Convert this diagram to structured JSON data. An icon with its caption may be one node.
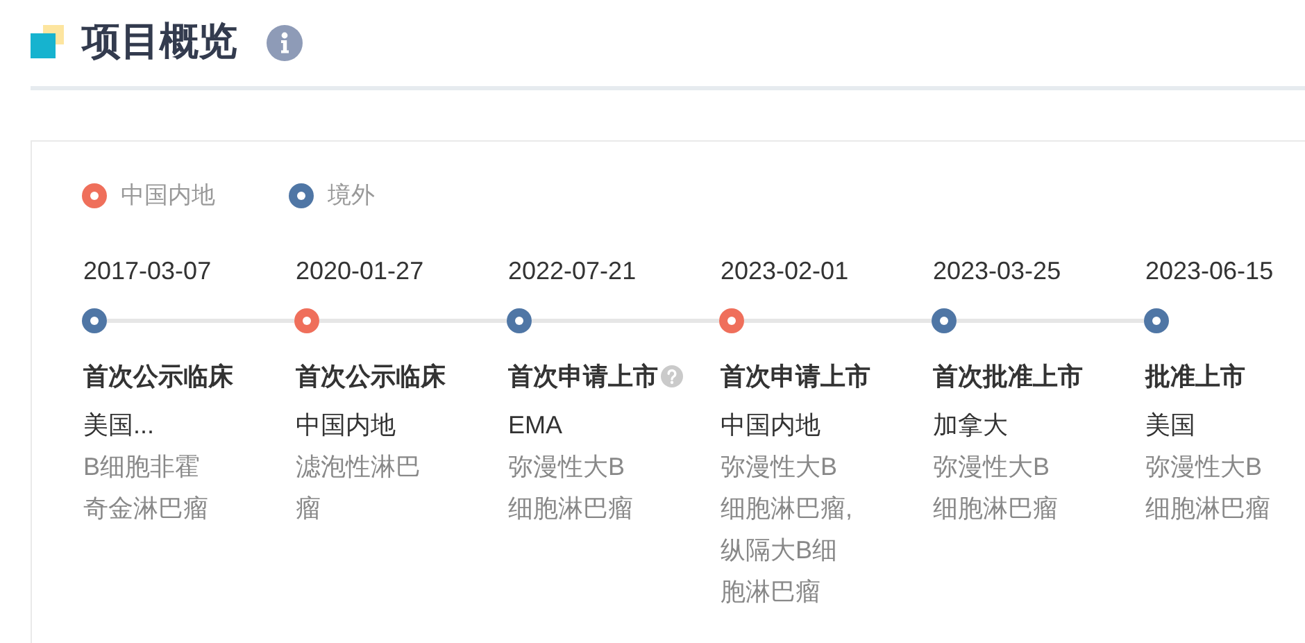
{
  "diagram": {
    "title": "项目概览",
    "nodes": [
      {
        "text": [],
        "shape": "circle",
        "beside": [
          "2017-03-07",
          "首次公示临床",
          "美国...",
          "B细胞非霍奇金淋巴瘤"
        ]
      },
      {
        "text": [],
        "shape": "circle",
        "beside": [
          "2020-01-27",
          "首次公示临床",
          "中国内地",
          "滤泡性淋巴瘤"
        ]
      },
      {
        "text": [],
        "shape": "circle",
        "beside": [
          "2022-07-21",
          "首次申请上市",
          "EMA",
          "弥漫性大B细胞淋巴瘤"
        ]
      },
      {
        "text": [],
        "shape": "circle",
        "beside": [
          "2023-02-01",
          "首次申请上市",
          "中国内地",
          "弥漫性大B细胞淋巴瘤,纵隔大B细胞淋巴瘤"
        ]
      },
      {
        "text": [],
        "shape": "circle",
        "beside": [
          "2023-03-25",
          "首次批准上市",
          "加拿大",
          "弥漫性大B细胞淋巴瘤"
        ]
      },
      {
        "text": [],
        "shape": "circle",
        "beside": [
          "2023-06-15",
          "批准上市",
          "美国",
          "弥漫性大B细胞淋巴瘤"
        ]
      }
    ],
    "edges": [
      {
        "from": 0,
        "to": 1,
        "arrow": "none"
      },
      {
        "from": 1,
        "to": 2,
        "arrow": "none"
      },
      {
        "from": 2,
        "to": 3,
        "arrow": "none"
      },
      {
        "from": 3,
        "to": 4,
        "arrow": "none"
      },
      {
        "from": 4,
        "to": 5,
        "arrow": "none"
      }
    ],
    "legend": [
      {
        "text": "中国内地",
        "color": "#ef6f5b"
      },
      {
        "text": "境外",
        "color": "#4f76a5"
      }
    ]
  }
}
